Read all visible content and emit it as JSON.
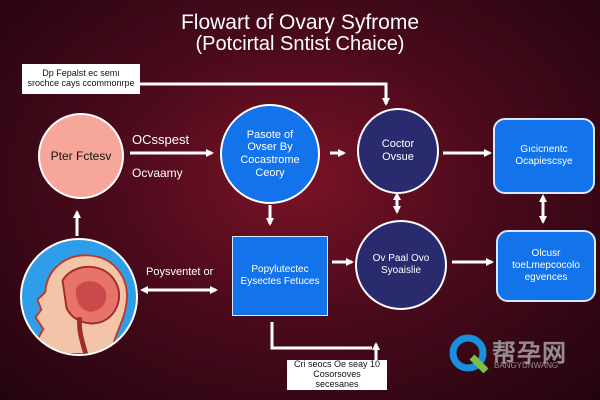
{
  "title_line1": "Flowart of Ovary Syfrome",
  "title_line2": "(Potcirtal Sntist Chaice)",
  "note_top_left": "Dp Fepalst ec semı srochce cays ccommonrpe",
  "node_pink": "Pter Fctesv",
  "label_ocspest": "OCsspest",
  "label_ocvaamy": "Ocvaamy",
  "node_blue_circle": "Pasote of Ovser By Cocastrome Ceory",
  "node_navy_top": "Coctor Ovsue",
  "node_right_top": "Gıcicnentc Ocapiescsye",
  "label_poysvented": "Poysventet or",
  "node_square": "Popylutectec Eysectes Fetuces",
  "node_navy_bottom": "Ov Paal Ovo Syoaislie",
  "node_right_bottom": "Olcusr toeLmepcocolo egvences",
  "note_bottom": "Cri seocs Oe seay 10 Cosorsoves secesanes",
  "watermark_text": "帮孕网",
  "watermark_sub": "BANGYUNWANG",
  "colors": {
    "background": "#5b0c1f",
    "pink_node": "#f6a79a",
    "blue_node": "#1273ea",
    "navy_node": "#2a2a6e",
    "arrow": "#ffffff"
  }
}
